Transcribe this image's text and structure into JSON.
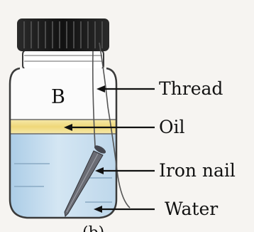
{
  "diagram": {
    "jar_label": "B",
    "labels": {
      "thread": "Thread",
      "oil": "Oil",
      "iron_nail": "Iron nail",
      "water": "Water"
    },
    "caption_fragment": "(b)"
  },
  "colors": {
    "lid": "#1f1f1f",
    "glass_outline": "#3a3a3a",
    "oil": "#f1df86",
    "water": "#cfe3f1",
    "nail": "#5e5e66",
    "text": "#111111"
  }
}
